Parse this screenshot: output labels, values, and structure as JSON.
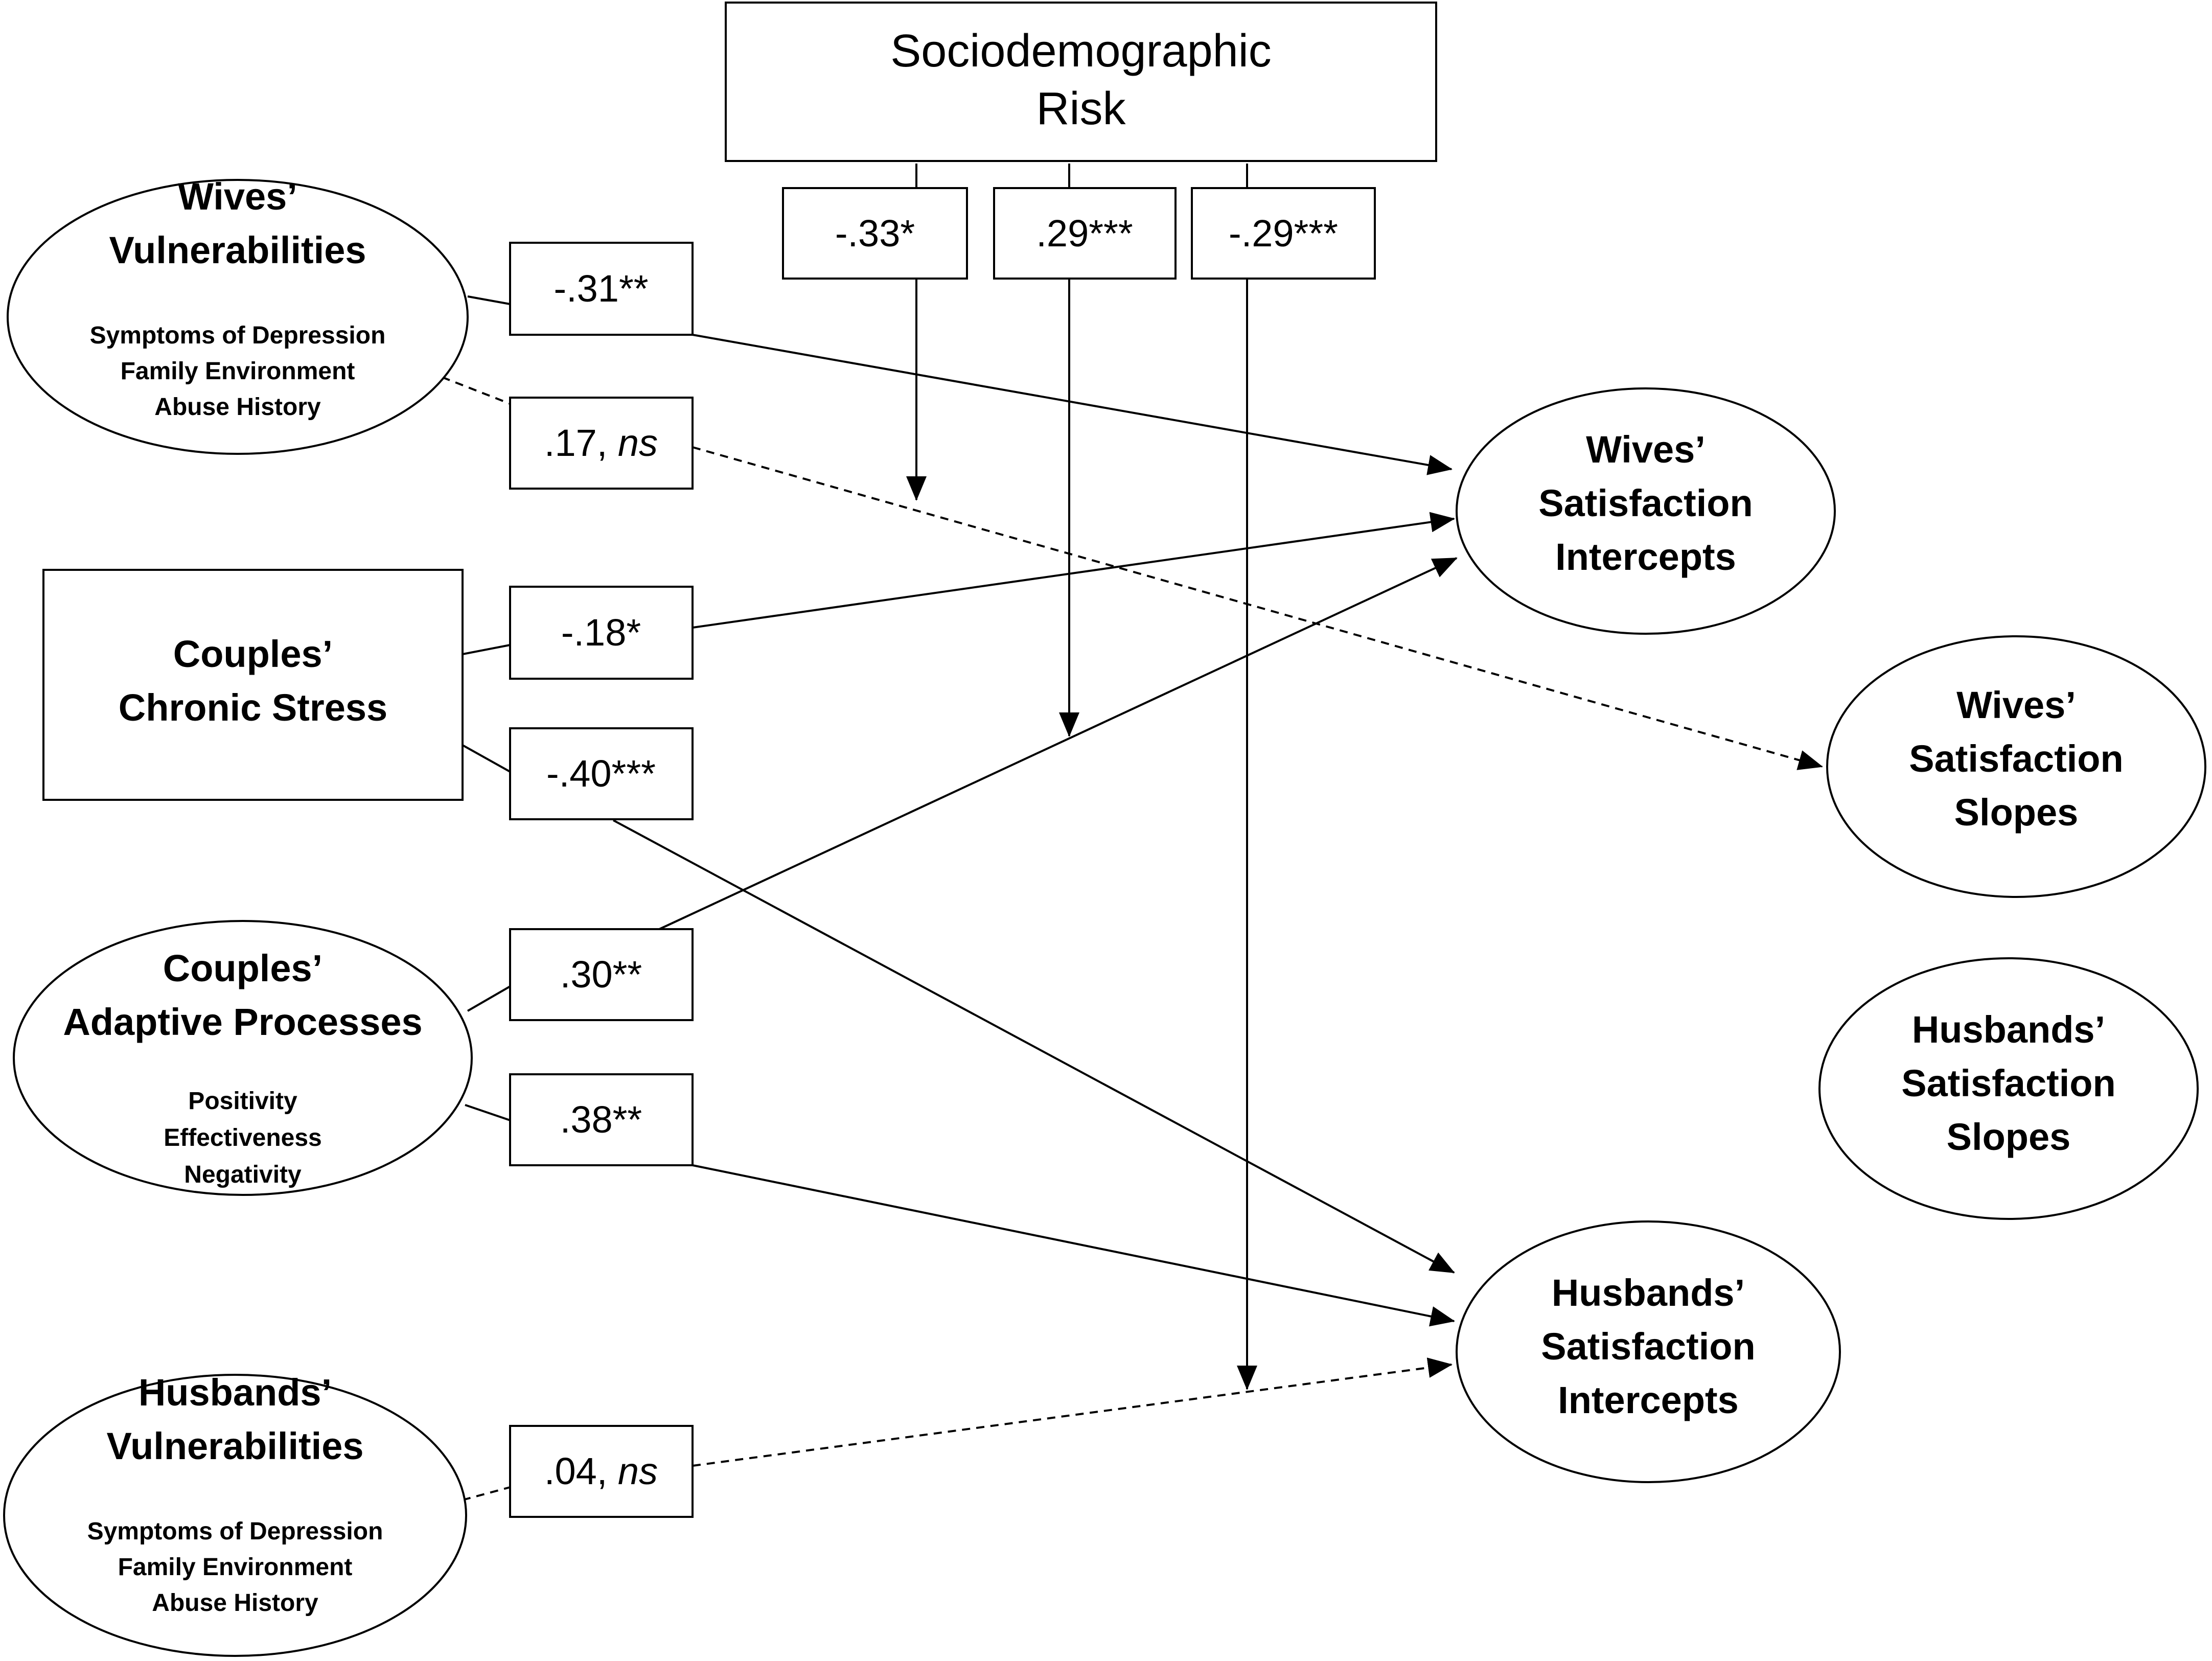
{
  "nodes": {
    "sociodemographic_risk": {
      "line1": "Sociodemographic",
      "line2": "Risk"
    },
    "wives_vulnerabilities": {
      "title1": "Wives’",
      "title2": "Vulnerabilities",
      "items": [
        "Symptoms of Depression",
        "Family Environment",
        "Abuse History"
      ]
    },
    "couples_chronic_stress": {
      "title1": "Couples’",
      "title2": "Chronic Stress"
    },
    "couples_adaptive_processes": {
      "title1": "Couples’",
      "title2": "Adaptive Processes",
      "items": [
        "Positivity",
        "Effectiveness",
        "Negativity"
      ]
    },
    "husbands_vulnerabilities": {
      "title1": "Husbands’",
      "title2": "Vulnerabilities",
      "items": [
        "Symptoms of Depression",
        "Family Environment",
        "Abuse History"
      ]
    },
    "wives_satisfaction_intercepts": {
      "lines": [
        "Wives’",
        "Satisfaction",
        "Intercepts"
      ]
    },
    "wives_satisfaction_slopes": {
      "lines": [
        "Wives’",
        "Satisfaction",
        "Slopes"
      ]
    },
    "husbands_satisfaction_slopes": {
      "lines": [
        "Husbands’",
        "Satisfaction",
        "Slopes"
      ]
    },
    "husbands_satisfaction_intercepts": {
      "lines": [
        "Husbands’",
        "Satisfaction",
        "Intercepts"
      ]
    }
  },
  "coefficients": {
    "risk_moderator_1": {
      "value": "-.33*"
    },
    "risk_moderator_2": {
      "value": ".29***"
    },
    "risk_moderator_3": {
      "value": "-.29***"
    },
    "wives_vuln_to_wives_intercepts": {
      "value": "-.31**"
    },
    "wives_vuln_to_wives_slopes": {
      "value": ".17,",
      "suffix": "ns"
    },
    "stress_to_wives_intercepts": {
      "value": "-.18*"
    },
    "stress_to_husbands_intercepts": {
      "value": "-.40***"
    },
    "adaptive_to_wives_intercepts": {
      "value": ".30**"
    },
    "adaptive_to_husbands_intercepts": {
      "value": ".38**"
    },
    "husbands_vuln_to_husbands_intercepts": {
      "value": ".04,",
      "suffix": "ns"
    }
  }
}
